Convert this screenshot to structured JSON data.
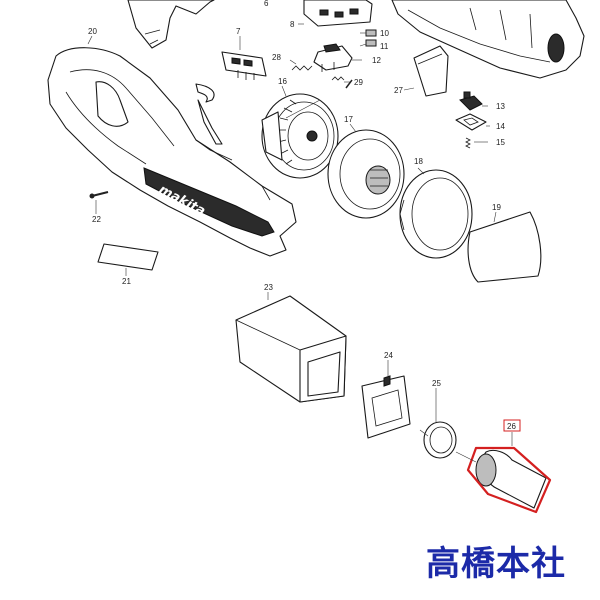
{
  "diagram": {
    "part_numbers": [
      "6",
      "7",
      "8",
      "10",
      "11",
      "12",
      "13",
      "14",
      "15",
      "16",
      "17",
      "18",
      "19",
      "20",
      "21",
      "22",
      "23",
      "24",
      "25",
      "26",
      "27",
      "28",
      "29"
    ],
    "highlighted_part": "26"
  },
  "brand_text": "makita",
  "watermark": "高橋本社",
  "colors": {
    "highlight": "#d42020",
    "watermark": "#1c2aa8"
  }
}
